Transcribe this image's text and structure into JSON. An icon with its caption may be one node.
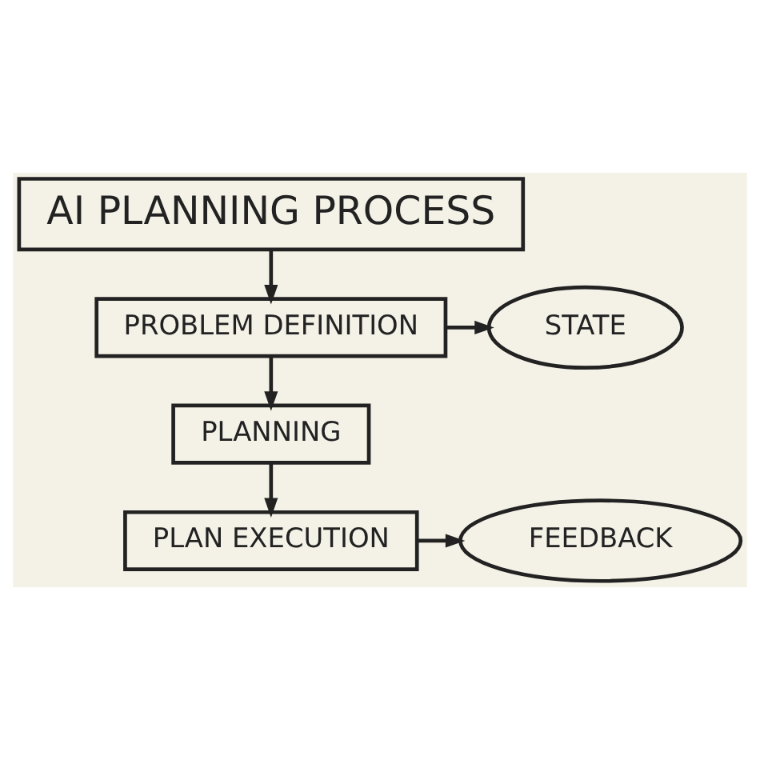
{
  "diagram": {
    "nodes": [
      {
        "text": [
          "AI PLANNING PROCESS"
        ]
      },
      {
        "text": [
          "PROBLEM DEFINITION"
        ]
      },
      {
        "text": [
          "STATE"
        ]
      },
      {
        "text": [
          "PLANNING"
        ]
      },
      {
        "text": [
          "PLAN EXECUTION"
        ]
      },
      {
        "text": [
          "FEEDBACK"
        ]
      }
    ],
    "edges": [
      {
        "from": 0,
        "to": 1,
        "arrow": "to"
      },
      {
        "from": 1,
        "to": 2,
        "arrow": "to"
      },
      {
        "from": 1,
        "to": 3,
        "arrow": "to"
      },
      {
        "from": 3,
        "to": 4,
        "arrow": "to"
      },
      {
        "from": 4,
        "to": 5,
        "arrow": "to"
      }
    ]
  }
}
